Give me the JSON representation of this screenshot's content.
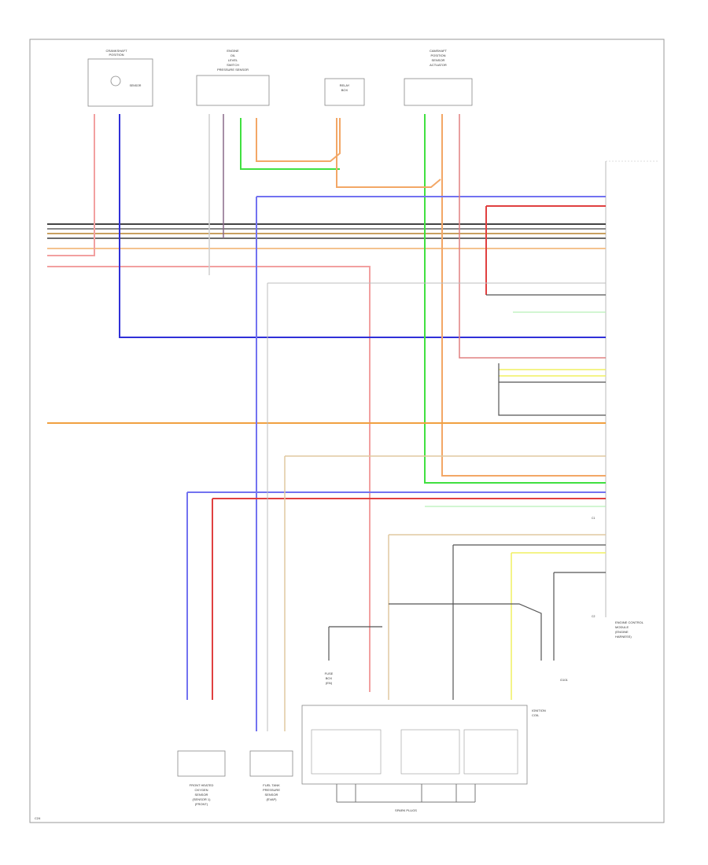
{
  "diagram": {
    "components": {
      "top_left": [
        "CRANKSHAFT",
        "POSITION",
        "SENSOR"
      ],
      "top_center_left": [
        "ENGINE",
        "OIL",
        "LEVEL",
        "SWITCH",
        "PRESSURE SENSOR"
      ],
      "top_center": [
        "RELAY",
        "BOX"
      ],
      "top_right": [
        "CAMSHAFT",
        "POSITION",
        "SENSOR",
        "ACTUATOR"
      ],
      "right_module": [
        "ENGINE CONTROL",
        "MODULE",
        "(ENGINE",
        "HARNESS)"
      ],
      "bottom_left_sensor": [
        "FRONT HEATED",
        "OXYGEN",
        "SENSOR",
        "(SENSOR 1)",
        "(FRONT)"
      ],
      "bottom_mid_sensor": [
        "FUEL TANK",
        "PRESSURE",
        "SENSOR",
        "(EVAP)"
      ],
      "bottom_right_box": [
        "IGNITION",
        "COIL"
      ],
      "fuse_label": [
        "FUSE",
        "BOX",
        "(EN)"
      ],
      "spark_plugs": "SPARK PLUGS",
      "ground_ref": "G101"
    },
    "connector_refs": [
      "C1",
      "C2"
    ],
    "corner_ref": "C24"
  }
}
